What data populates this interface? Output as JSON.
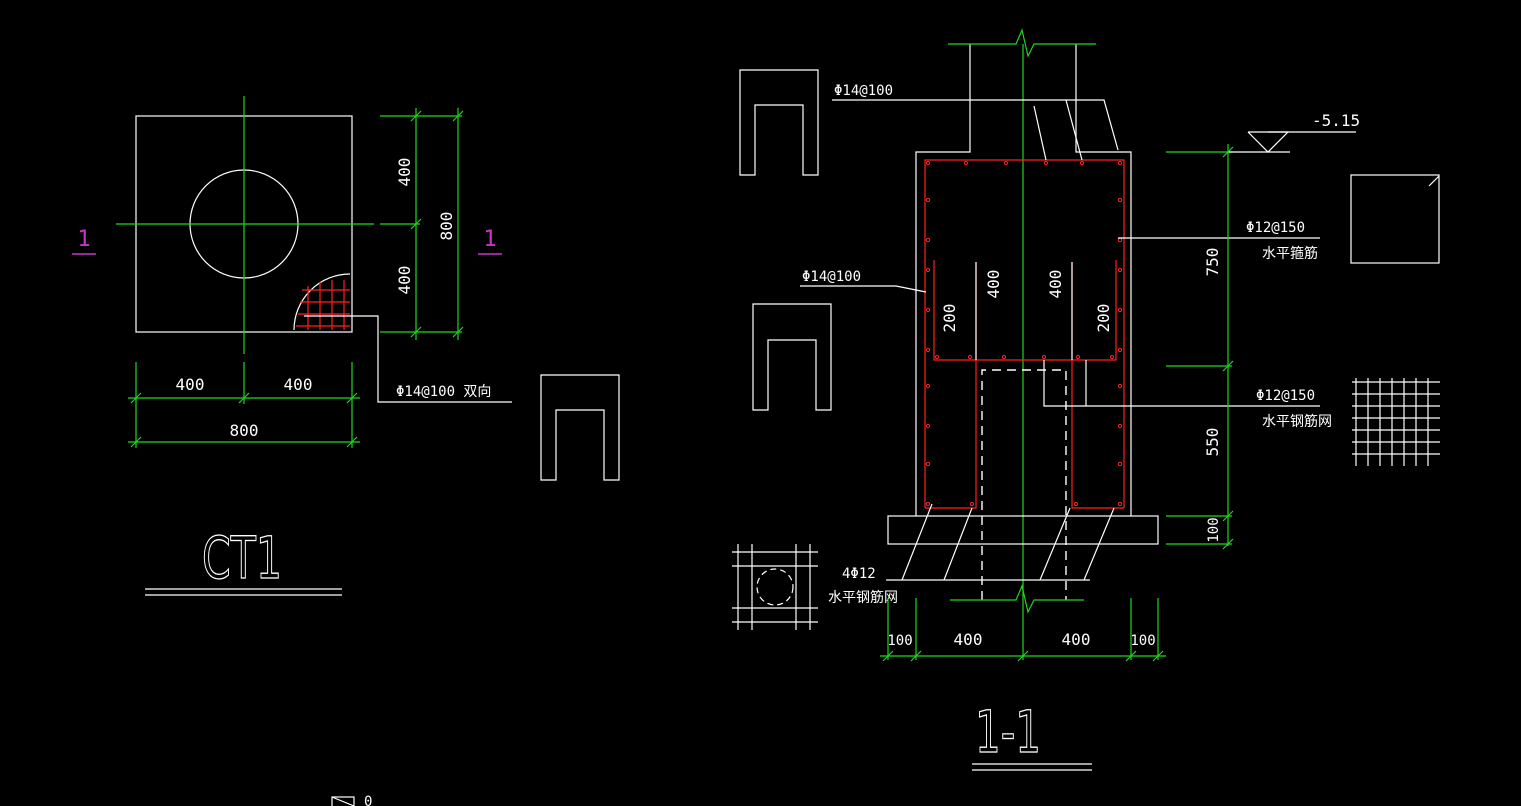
{
  "plan": {
    "title": "CT1",
    "section_mark_left": "1",
    "section_mark_right": "1",
    "dims": {
      "v_top": "400",
      "v_bottom": "400",
      "v_total": "800",
      "h_left": "400",
      "h_right": "400",
      "h_total": "800"
    },
    "rebar_note": "Φ14@100 双向"
  },
  "section": {
    "title": "1-1",
    "elevation": "-5.15",
    "rebar_vertical_top": "Φ14@100",
    "rebar_vertical_mid": "Φ14@100",
    "stirrup_label": "Φ12@150",
    "stirrup_desc": "水平箍筋",
    "mesh_label": "Φ12@150",
    "mesh_desc": "水平钢筋网",
    "bottom_bars": "4Φ12",
    "bottom_desc": "水平钢筋网",
    "inner_dims": [
      "200",
      "400",
      "400",
      "200"
    ],
    "vertical_dims": [
      "750",
      "550",
      "100"
    ],
    "bottom_dims": [
      "100",
      "400",
      "400",
      "100"
    ]
  },
  "footer": {
    "mark": "0"
  }
}
